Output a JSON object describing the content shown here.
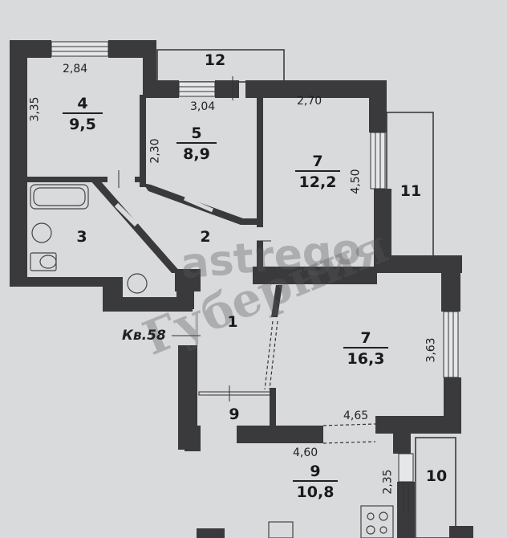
{
  "plan": {
    "apartment_label": "Кв.58",
    "rooms": [
      {
        "id": "1",
        "number": "1",
        "area": null
      },
      {
        "id": "2",
        "number": "2",
        "area": null
      },
      {
        "id": "3",
        "number": "3",
        "area": null
      },
      {
        "id": "4",
        "number": "4",
        "area": "9,5"
      },
      {
        "id": "5",
        "number": "5",
        "area": "8,9"
      },
      {
        "id": "7a",
        "number": "7",
        "area": "12,2"
      },
      {
        "id": "7b",
        "number": "7",
        "area": "16,3"
      },
      {
        "id": "9a",
        "number": "9",
        "area": null
      },
      {
        "id": "9b",
        "number": "9",
        "area": "10,8"
      },
      {
        "id": "10",
        "number": "10",
        "area": null
      },
      {
        "id": "11",
        "number": "11",
        "area": null
      },
      {
        "id": "12",
        "number": "12",
        "area": null
      }
    ],
    "dimensions": {
      "room4_width": "2,84",
      "room4_height": "3,35",
      "room5_width": "3,04",
      "room5_height": "2,30",
      "room7a_width": "2,70",
      "room7a_height": "4,50",
      "room7b_height": "3,63",
      "room7b_width": "4,65",
      "room9b_width": "4,60",
      "room9b_height": "2,35"
    },
    "watermarks": [
      "astrego",
      "Губерния"
    ],
    "colors": {
      "wall": "#3a3a3c",
      "floor": "#d9dadc",
      "line": "#2a2a2a"
    }
  }
}
